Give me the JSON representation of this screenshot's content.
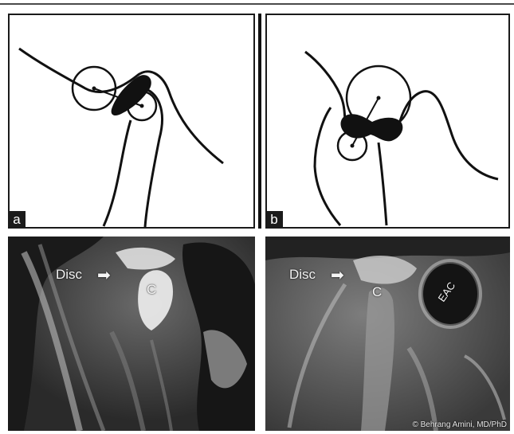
{
  "panels": {
    "a": {
      "label": "a"
    },
    "b": {
      "label": "b"
    }
  },
  "mri_left": {
    "disc_label": "Disc",
    "condyle_label": "C"
  },
  "mri_right": {
    "disc_label": "Disc",
    "condyle_label": "C",
    "eac_label": "EAC",
    "credit": "© Behrang Amini, MD/PhD"
  }
}
